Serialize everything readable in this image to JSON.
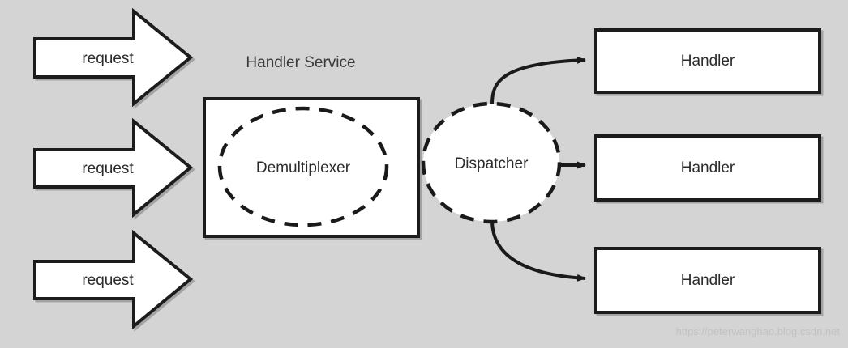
{
  "diagram": {
    "title": "Handler Service",
    "background_color": "#d4d4d4",
    "stroke_color": "#1a1a1a",
    "shape_fill": "#ffffff",
    "text_color": "#2b2b2b",
    "requests": [
      {
        "label": "request"
      },
      {
        "label": "request"
      },
      {
        "label": "request"
      }
    ],
    "service": {
      "label": "Handler Service",
      "inner_component": {
        "label": "Demultiplexer",
        "shape": "dashed-ellipse"
      }
    },
    "dispatcher": {
      "label": "Dispatcher",
      "shape": "dashed-ellipse"
    },
    "handlers": [
      {
        "label": "Handler"
      },
      {
        "label": "Handler"
      },
      {
        "label": "Handler"
      }
    ],
    "connectors": [
      {
        "name": "dispatcher-to-handler-top",
        "style": "curved-arrow"
      },
      {
        "name": "dispatcher-to-handler-middle",
        "style": "straight-arrow"
      },
      {
        "name": "dispatcher-to-handler-bottom",
        "style": "curved-arrow"
      }
    ]
  },
  "watermark": {
    "text": "https://peterwanghao.blog.csdn.net",
    "color": "#c2c2c2"
  }
}
